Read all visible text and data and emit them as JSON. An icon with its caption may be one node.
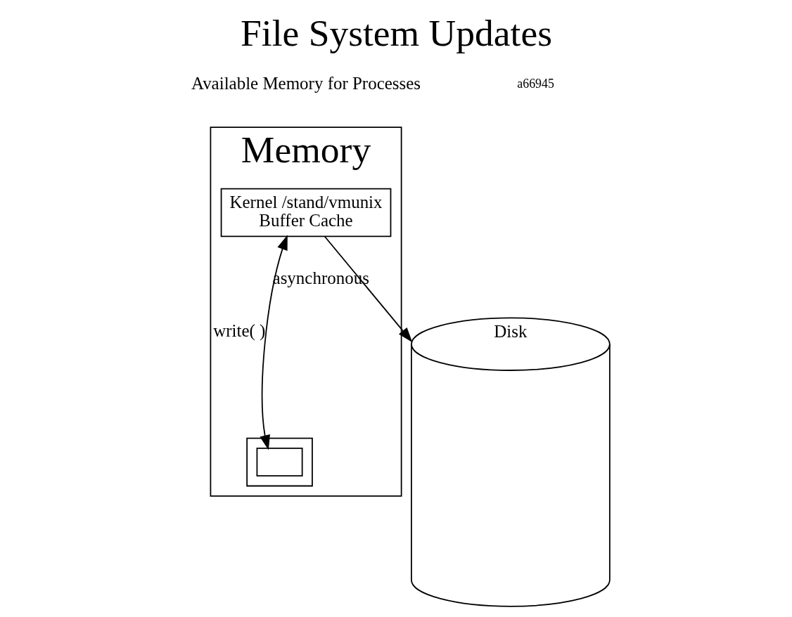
{
  "diagram": {
    "title": "File System Updates",
    "nodes": [
      {
        "text": [
          "Memory"
        ]
      },
      {
        "text": [
          "Kernel /stand/vmunix",
          "Buffer Cache"
        ],
        "in": 0
      },
      {
        "text": [],
        "shape": "box",
        "in": 0
      },
      {
        "text": [],
        "shape": "box",
        "in": 2
      },
      {
        "text": [
          "Disk"
        ]
      }
    ],
    "edges": [
      {
        "from": 3,
        "to": 1,
        "arrow": "both",
        "label": "write( )"
      },
      {
        "from": 1,
        "to": 4,
        "arrow": "to",
        "label": "asynchronous"
      }
    ],
    "labels": [
      "Available Memory for Processes",
      "a66945"
    ]
  }
}
